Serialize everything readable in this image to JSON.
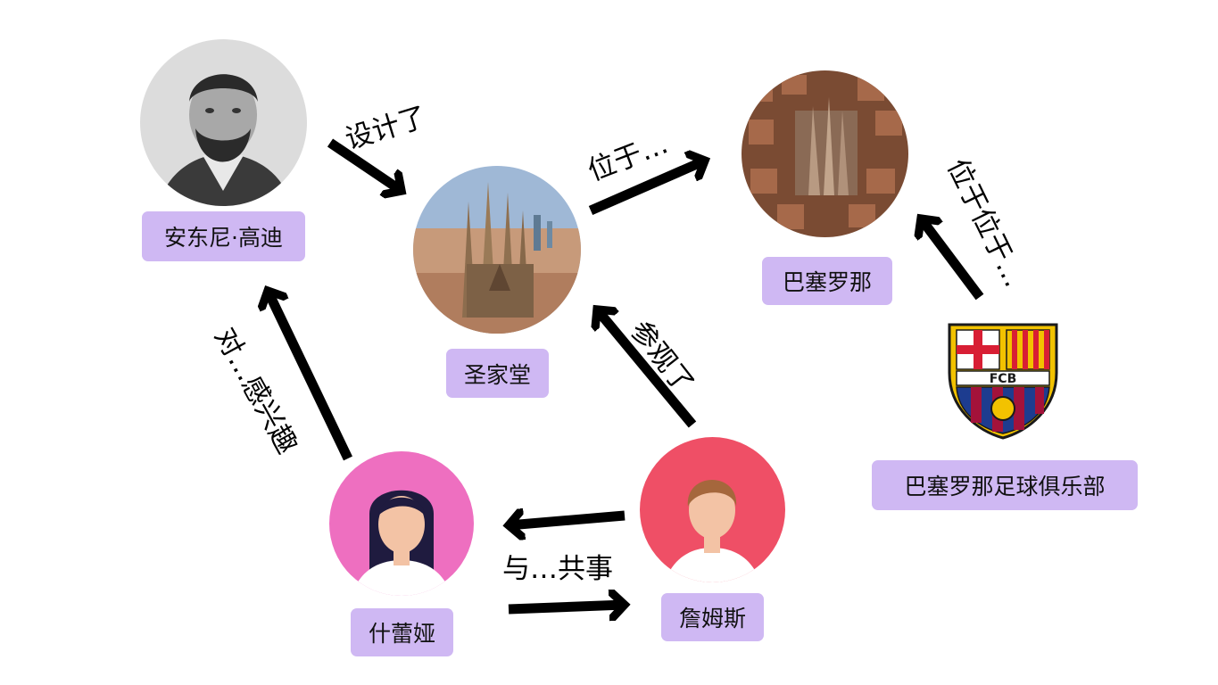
{
  "nodes": {
    "gaudi": {
      "label": "安东尼·高迪"
    },
    "sagrada": {
      "label": "圣家堂"
    },
    "barcelona": {
      "label": "巴塞罗那"
    },
    "fcb": {
      "label": "巴塞罗那足球俱乐部",
      "crest_text": "FCB"
    },
    "teresa": {
      "label": "什蕾娅"
    },
    "james": {
      "label": "詹姆斯"
    }
  },
  "edges": {
    "designed": "设计了",
    "located_in_1": "位于…",
    "located_in_2": "位于位于…",
    "interested_in": "对…感兴趣",
    "visited": "参观了",
    "colleague": "与…共事"
  },
  "colors": {
    "label_bg": "#cfb8f3",
    "teresa_bg": "#ee6fc0",
    "james_bg": "#ef4f66",
    "arrow": "#000000"
  }
}
